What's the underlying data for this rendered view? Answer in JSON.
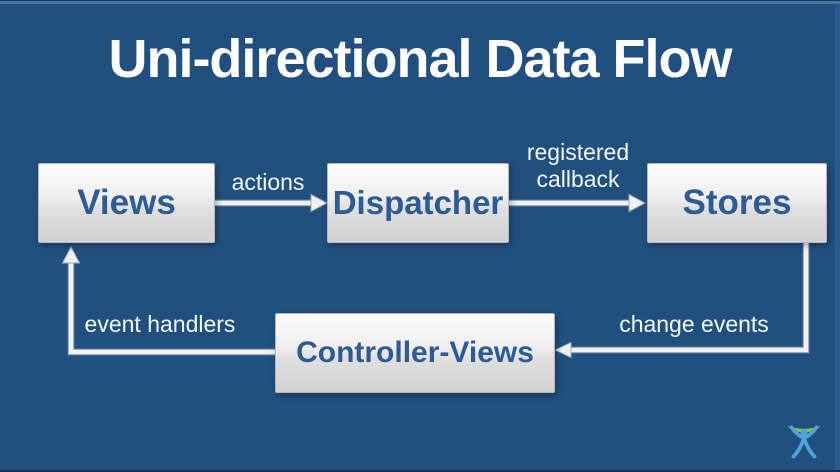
{
  "slide": {
    "title": "Uni-directional Data Flow"
  },
  "diagram": {
    "nodes": [
      {
        "id": "views",
        "label": "Views"
      },
      {
        "id": "dispatcher",
        "label": "Dispatcher"
      },
      {
        "id": "stores",
        "label": "Stores"
      },
      {
        "id": "controller_views",
        "label": "Controller-Views"
      }
    ],
    "edges": [
      {
        "from": "views",
        "to": "dispatcher",
        "label": "actions"
      },
      {
        "from": "dispatcher",
        "to": "stores",
        "label": "registered callback"
      },
      {
        "from": "stores",
        "to": "controller_views",
        "label": "change events"
      },
      {
        "from": "controller_views",
        "to": "views",
        "label": "event handlers"
      }
    ]
  },
  "branding": {
    "logo": "atlassian-logo"
  },
  "colors": {
    "background": "#21507E",
    "box_text": "#2D5C94",
    "label_text": "#F2F6FA",
    "arrow_fill": "#F1F1F1",
    "logo_green": "#8DC63F",
    "logo_blue": "#4FA3DC"
  }
}
